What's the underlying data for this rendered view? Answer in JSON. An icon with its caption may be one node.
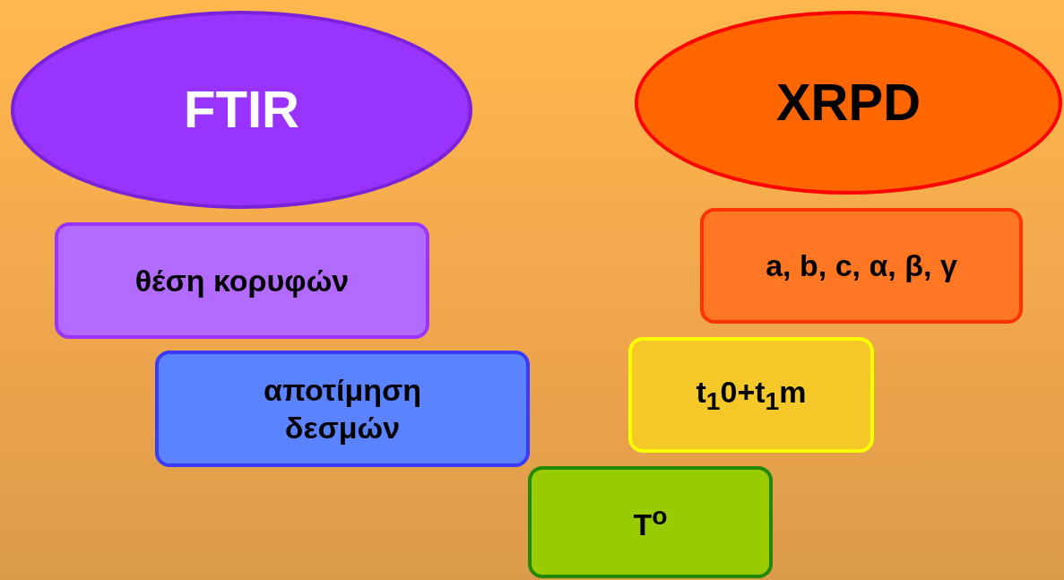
{
  "diagram": {
    "nodes": [
      {
        "text": [
          "FTIR"
        ]
      },
      {
        "text": [
          "XRPD"
        ]
      },
      {
        "text": [
          "a, b, c, α, β, γ"
        ]
      },
      {
        "text": [
          "θέση κορυφών"
        ]
      },
      {
        "text": [
          "t$_{1}$0+t$_{1}$m"
        ]
      },
      {
        "text": [
          "αποτίμηση δεσμών"
        ]
      },
      {
        "text": [
          "T$^{o}$"
        ]
      }
    ]
  }
}
